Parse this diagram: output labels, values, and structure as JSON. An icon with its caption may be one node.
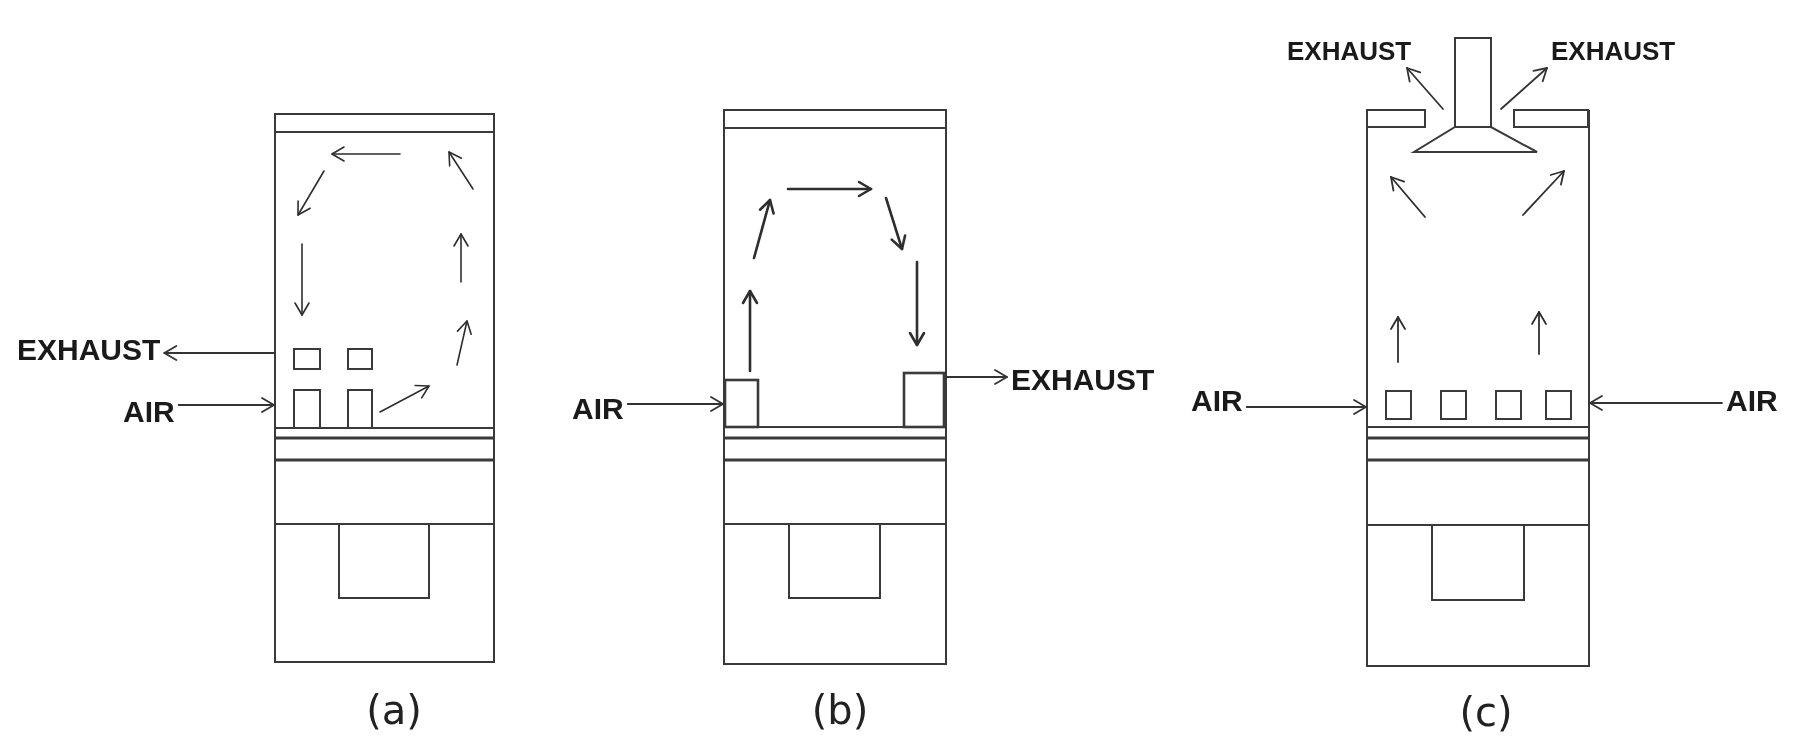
{
  "diagram": {
    "nodes": [
      {
        "text": [
          "EXHAUST"
        ]
      },
      {
        "text": [
          "AIR"
        ]
      },
      {
        "text": [],
        "shape": "picture",
        "beside": [
          "(a)"
        ]
      },
      {
        "text": [
          "AIR"
        ]
      },
      {
        "text": [],
        "shape": "picture",
        "beside": [
          "(b)"
        ]
      },
      {
        "text": [
          "EXHAUST"
        ]
      },
      {
        "text": [
          "EXHAUST"
        ]
      },
      {
        "text": [
          "EXHAUST"
        ]
      },
      {
        "text": [
          "AIR"
        ]
      },
      {
        "text": [],
        "shape": "picture",
        "beside": [
          "(c)"
        ]
      },
      {
        "text": [
          "AIR"
        ]
      }
    ],
    "edges": [
      {
        "from": 2,
        "to": 0,
        "arrow": "to"
      },
      {
        "from": 1,
        "to": 2,
        "arrow": "to"
      },
      {
        "from": 3,
        "to": 4,
        "arrow": "to"
      },
      {
        "from": 4,
        "to": 5,
        "arrow": "to"
      },
      {
        "from": 9,
        "to": 6,
        "arrow": "to"
      },
      {
        "from": 9,
        "to": 7,
        "arrow": "to"
      },
      {
        "from": 8,
        "to": 9,
        "arrow": "to"
      },
      {
        "from": 10,
        "to": 9,
        "arrow": "to"
      }
    ]
  }
}
